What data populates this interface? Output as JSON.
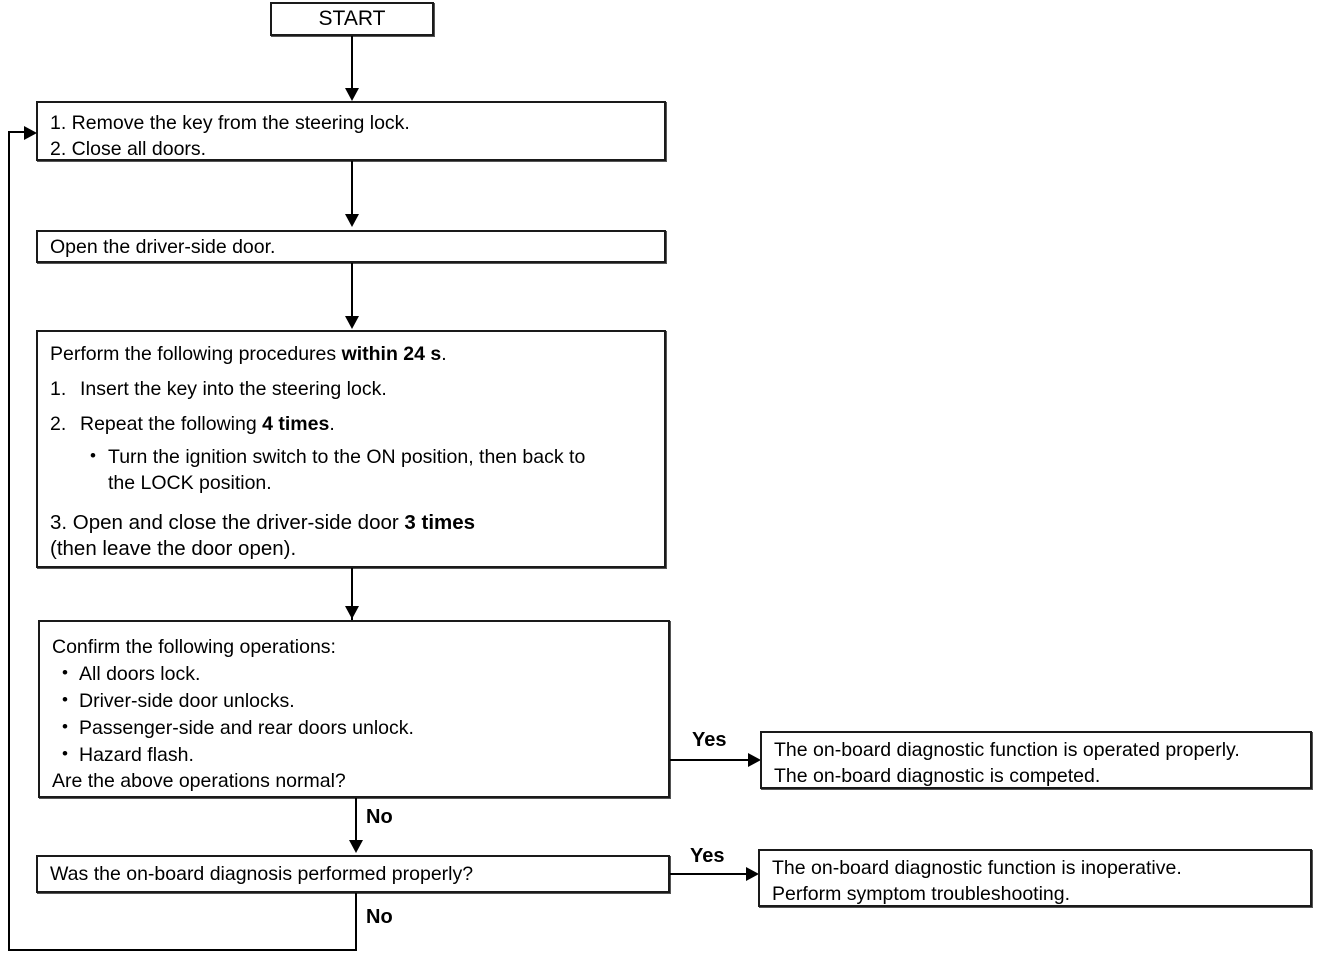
{
  "diagram": {
    "title": "On-board diagnostic function flowchart",
    "start_label": "START",
    "colors": {
      "line": "#000000",
      "box_border": "#1a1a1a",
      "background": "#ffffff"
    }
  },
  "steps": {
    "prepare": {
      "item1": "1. Remove the key from the steering lock.",
      "item2": "2. Close all doors."
    },
    "open_door": {
      "text": "Open the driver-side door."
    },
    "procedures": {
      "intro_before": "Perform the following procedures ",
      "intro_bold": "within 24 s",
      "intro_after": ".",
      "step1_marker": "1.",
      "step1_text": "Insert the key into the steering lock.",
      "step2_marker": "2.",
      "step2_before": "Repeat the following ",
      "step2_bold": "4 times",
      "step2_after": ".",
      "bullet_dot": "•",
      "bullet_line1": "Turn the ignition switch to the ON position, then back to",
      "bullet_line2": "the LOCK position.",
      "step3_before": "3. Open and close the driver-side door ",
      "step3_bold": "3 times",
      "step3_line2": "(then leave the door open)."
    },
    "confirm": {
      "heading": "Confirm the following operations:",
      "bullet_dot": "•",
      "bullets": [
        "All doors lock.",
        "Driver-side door unlocks.",
        "Passenger-side and rear doors unlock.",
        "Hazard flash."
      ],
      "question": "Are the above operations normal?"
    },
    "decision2": {
      "question": "Was the on-board diagnosis performed properly?"
    }
  },
  "results": {
    "ok": {
      "line1": "The on-board diagnostic function is operated properly.",
      "line2": "The on-board diagnostic is competed."
    },
    "inoperative": {
      "line1": "The on-board diagnostic function is inoperative.",
      "line2": "Perform symptom troubleshooting."
    }
  },
  "edges": {
    "confirm_yes": "Yes",
    "confirm_no": "No",
    "decision2_yes": "Yes",
    "decision2_no": "No"
  }
}
